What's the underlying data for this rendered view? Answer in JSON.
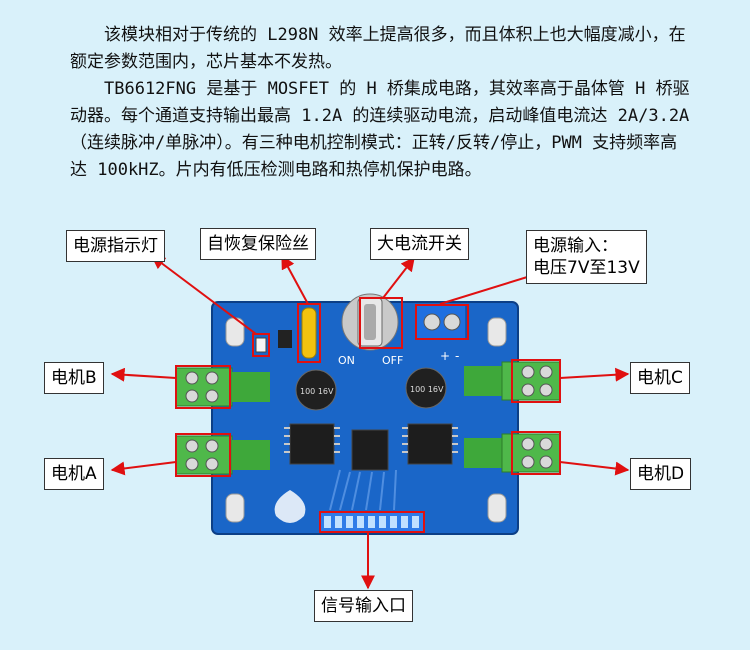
{
  "intro": {
    "p1": "该模块相对于传统的 L298N 效率上提高很多，而且体积上也大幅度减小，在额定参数范围内，芯片基本不发热。",
    "p2": "TB6612FNG 是基于 MOSFET 的 H 桥集成电路，其效率高于晶体管 H 桥驱动器。每个通道支持输出最高 1.2A 的连续驱动电流，启动峰值电流达 2A/3.2A（连续脉冲/单脉冲）。有三种电机控制模式：正转/反转/停止，PWM 支持频率高达 100kHZ。片内有低压检测电路和热停机保护电路。"
  },
  "labels": {
    "power_led": "电源指示灯",
    "fuse": "自恢复保险丝",
    "switch": "大电流开关",
    "power_input_line1": "电源输入：",
    "power_input_line2": "电压7V至13V",
    "motor_b": "电机B",
    "motor_a": "电机A",
    "motor_c": "电机C",
    "motor_d": "电机D",
    "signal_input": "信号输入口"
  },
  "board_text": {
    "on": "ON",
    "off": "OFF",
    "plus": "+",
    "minus": "-",
    "cap_left": "100 16V",
    "cap_right": "100 16V"
  },
  "colors": {
    "annotation_red": "#e01010",
    "board_blue": "#1a66c8",
    "terminal_green": "#4fb84a",
    "terminal_blue": "#1f6fe0"
  }
}
